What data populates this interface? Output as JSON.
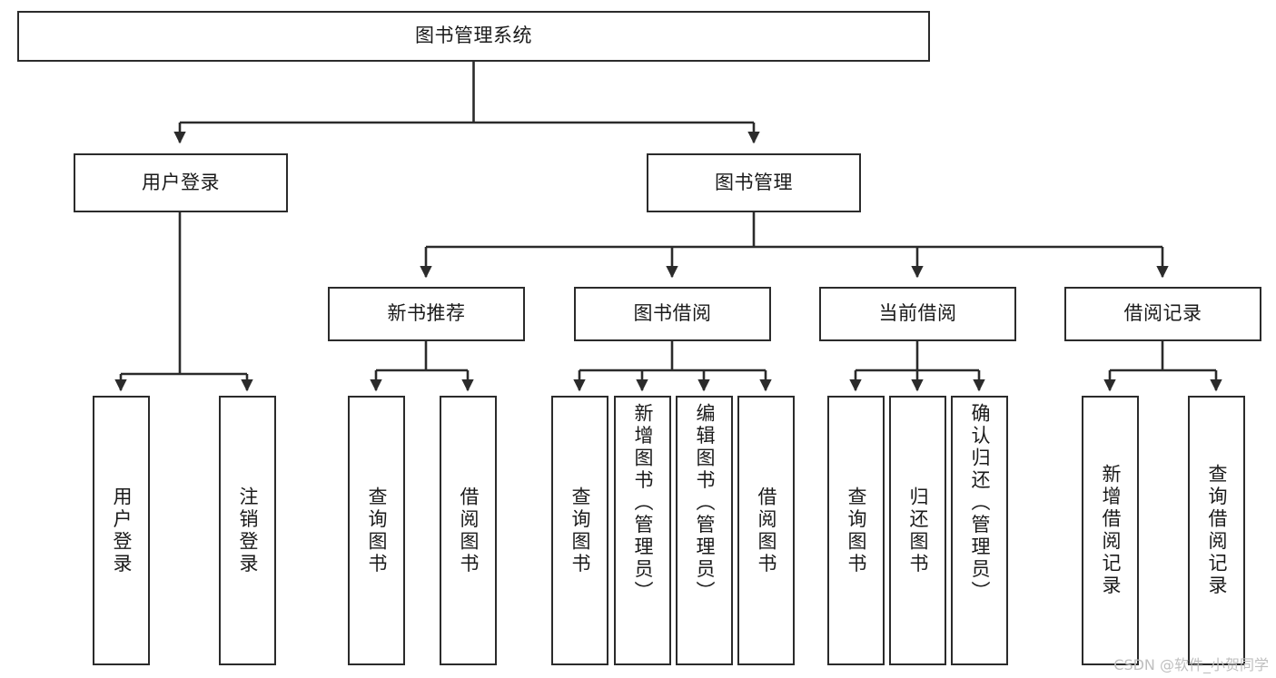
{
  "diagram": {
    "title": "图书管理系统",
    "type": "tree-hierarchy-diagram",
    "colors": {
      "box_border": "#2b2b2b",
      "box_fill": "#ffffff",
      "connector": "#2b2b2b",
      "text": "#1a1a1a",
      "watermark": "#bfbfbf",
      "background": "#ffffff"
    }
  },
  "root": {
    "label": "图书管理系统"
  },
  "level1": [
    {
      "label": "用户登录"
    },
    {
      "label": "图书管理"
    }
  ],
  "level2": [
    {
      "label": "新书推荐"
    },
    {
      "label": "图书借阅"
    },
    {
      "label": "当前借阅"
    },
    {
      "label": "借阅记录"
    }
  ],
  "leaves": {
    "user_login": [
      {
        "label": "用户登录"
      },
      {
        "label": "注销登录"
      }
    ],
    "new_book_recommend": [
      {
        "label": "查询图书"
      },
      {
        "label": "借阅图书"
      }
    ],
    "book_borrow": [
      {
        "label": "查询图书"
      },
      {
        "label": "新增图书（管理员）"
      },
      {
        "label": "编辑图书（管理员）"
      },
      {
        "label": "借阅图书"
      }
    ],
    "current_borrow": [
      {
        "label": "查询图书"
      },
      {
        "label": "归还图书"
      },
      {
        "label": "确认归还（管理员）"
      }
    ],
    "borrow_record": [
      {
        "label": "新增借阅记录"
      },
      {
        "label": "查询借阅记录"
      }
    ]
  },
  "watermark": {
    "text": "CSDN @软件_小贺同学"
  }
}
